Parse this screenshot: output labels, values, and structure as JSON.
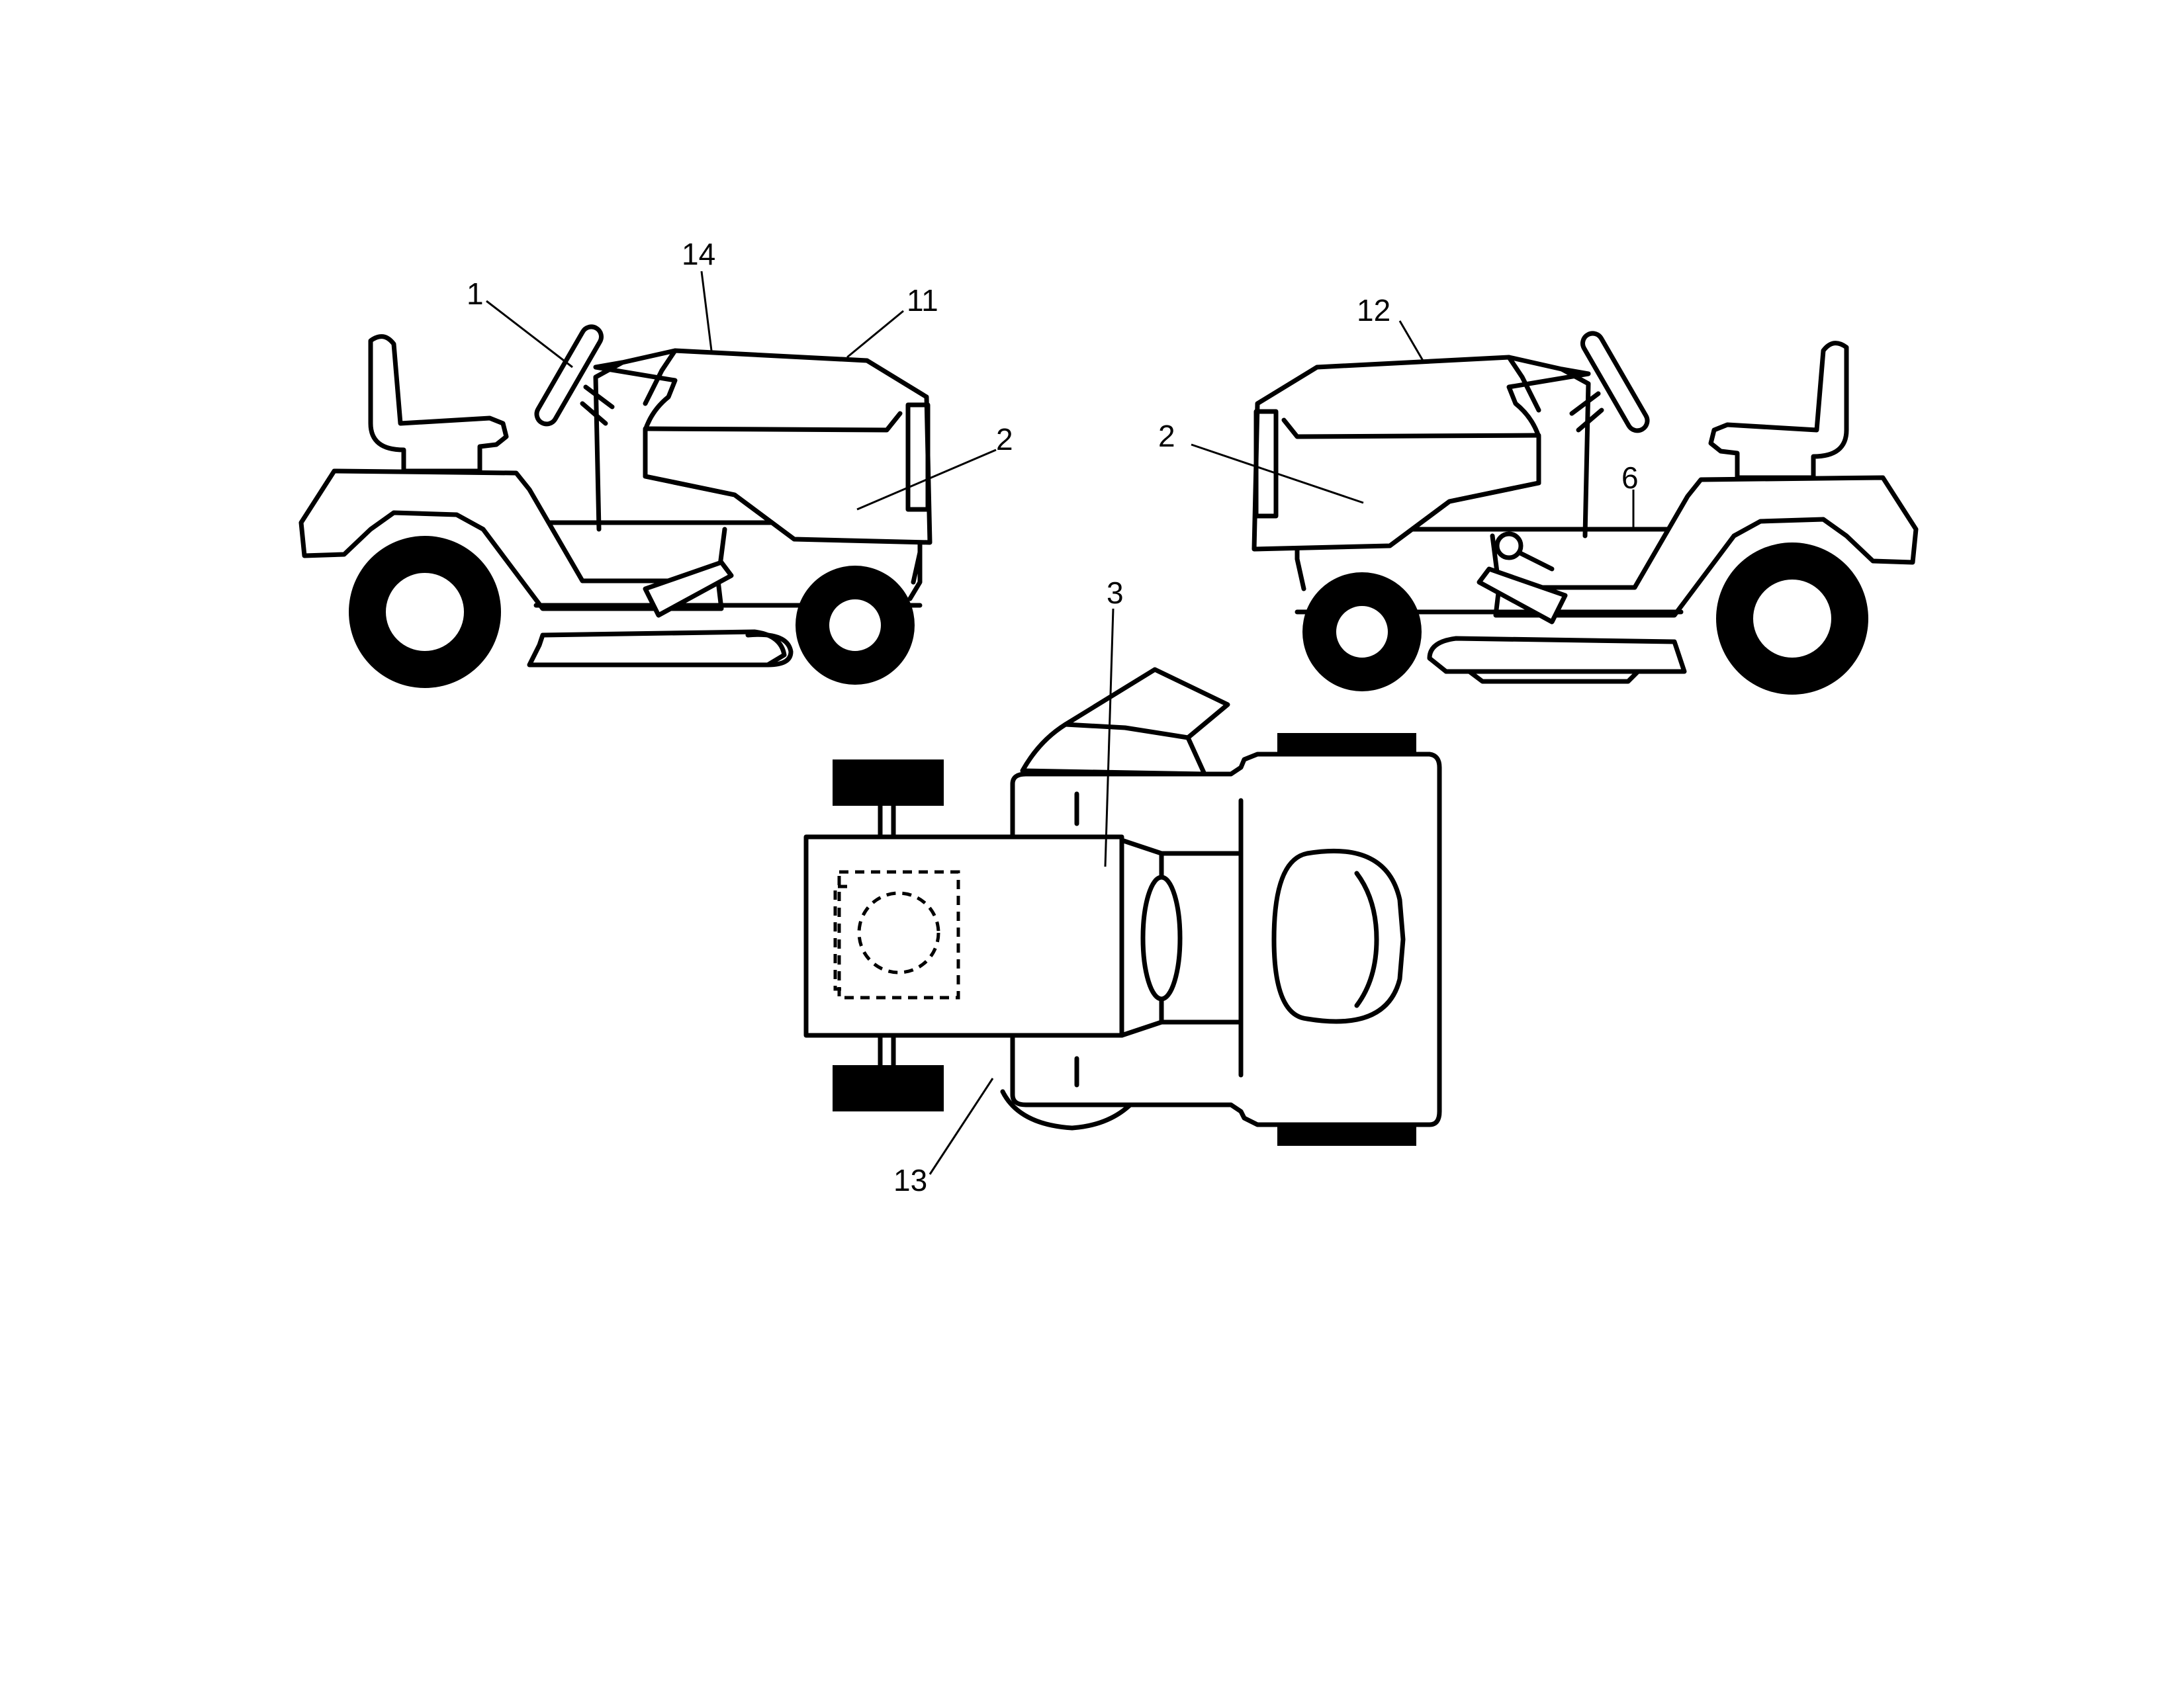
{
  "callouts": {
    "left_view": {
      "label_1": "1",
      "label_14": "14",
      "label_11": "11",
      "label_2": "2"
    },
    "right_view": {
      "label_12": "12",
      "label_2": "2",
      "label_6": "6"
    },
    "top_view": {
      "label_3": "3",
      "label_13": "13"
    }
  }
}
